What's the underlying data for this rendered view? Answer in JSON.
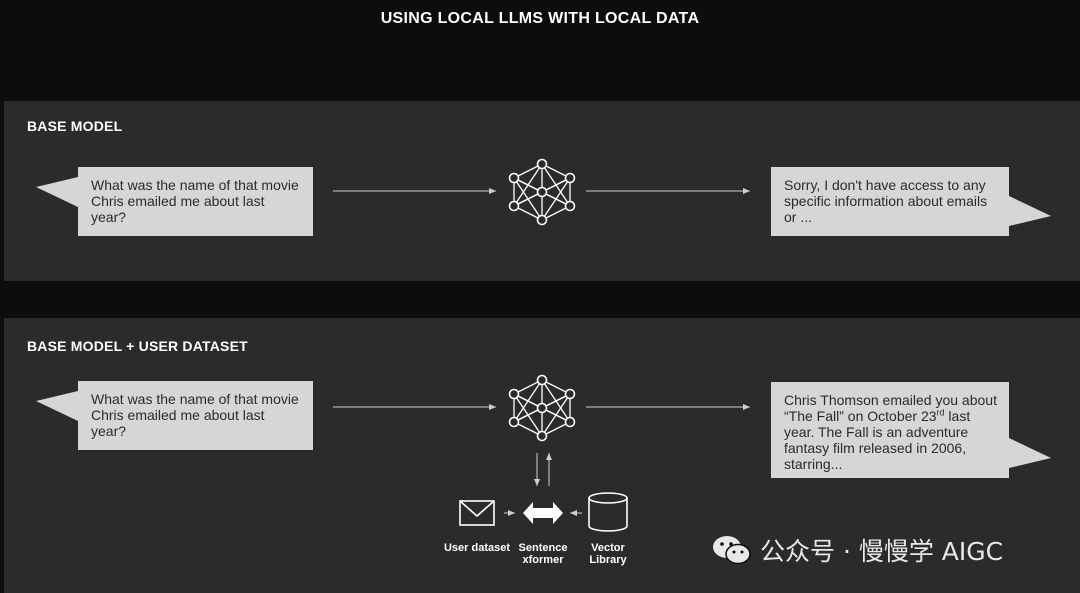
{
  "title": "USING LOCAL LLMS WITH LOCAL DATA",
  "panels": [
    {
      "label": "BASE MODEL",
      "question": "What was the name of that movie Chris emailed me about last year?",
      "answer": "Sorry, I don't have access to any specific information about emails or ..."
    },
    {
      "label": "BASE MODEL + USER DATASET",
      "question": "What was the name of that movie Chris emailed me about last year?",
      "answer_prefix": "Chris Thomson emailed you about “The Fall” on October 23",
      "answer_sup": "rd",
      "answer_suffix": " last year. The Fall is an adventure fantasy film released in 2006, starring...",
      "components": {
        "user_dataset": "User dataset",
        "sentence_xformer": "Sentence xformer",
        "vector_library": "Vector Library"
      }
    }
  ],
  "watermark": "公众号 · 慢慢学 AIGC",
  "icons": {
    "network": "neural-network-icon",
    "mail": "envelope-icon",
    "transformer": "double-arrow-icon",
    "database": "database-icon",
    "wechat": "wechat-icon"
  }
}
